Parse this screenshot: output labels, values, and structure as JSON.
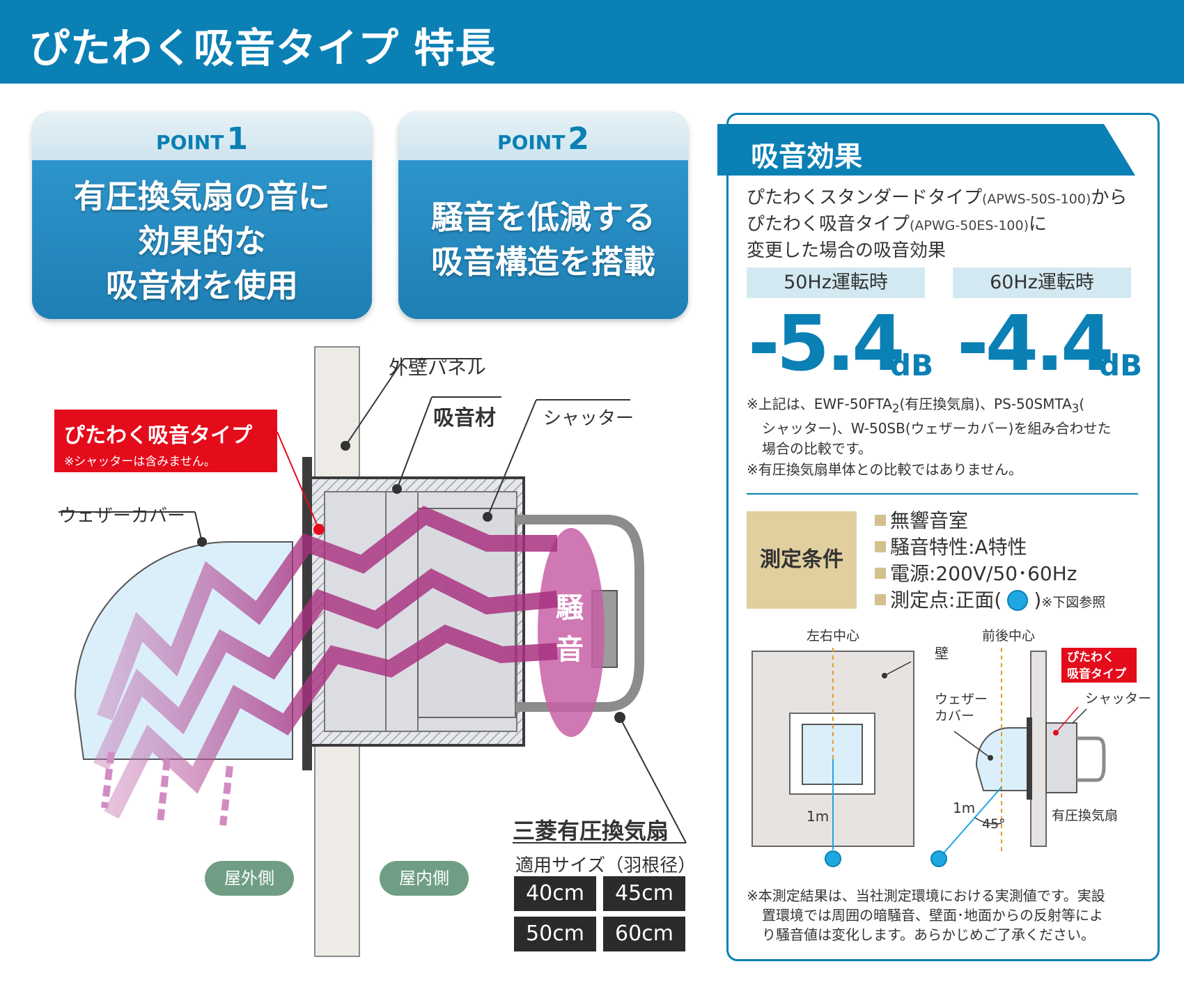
{
  "header": {
    "title": "ぴたわく吸音タイプ 特長"
  },
  "points": [
    {
      "label": "POINT",
      "number": "1",
      "lines": [
        "有圧換気扇の音に",
        "効果的な",
        "吸音材を使用"
      ]
    },
    {
      "label": "POINT",
      "number": "2",
      "lines": [
        "騒音を低減する",
        "吸音構造を搭載"
      ]
    }
  ],
  "diagram": {
    "product_tag": "ぴたわく吸音タイプ",
    "product_note": "※シャッターは含みません。",
    "labels": {
      "outer_panel": "外壁パネル",
      "absorber": "吸音材",
      "shutter": "シャッター",
      "weather_cover": "ウェザーカバー",
      "noise_1": "騒",
      "noise_2": "音",
      "outside": "屋外側",
      "inside": "屋内側"
    },
    "fan_title": "三菱有圧換気扇",
    "fan_subtitle": "適用サイズ（羽根径）",
    "sizes": [
      "40cm",
      "45cm",
      "50cm",
      "60cm"
    ]
  },
  "panel": {
    "title": "吸音効果",
    "desc": {
      "line1_main": "ぴたわくスタンダードタイプ",
      "line1_model": "(APWS-50S-100)",
      "line1_tail": "から",
      "line2_main": "ぴたわく吸音タイプ",
      "line2_model": "(APWG-50ES-100)",
      "line2_tail": "に",
      "line3": "変更した場合の吸音効果"
    },
    "results": [
      {
        "label": "50Hz運転時",
        "value": "-5.4",
        "unit": "dB"
      },
      {
        "label": "60Hz運転時",
        "value": "-4.4",
        "unit": "dB"
      }
    ],
    "note1_a": "※上記は、EWF-50FTA",
    "note1_sub1": "2",
    "note1_b": "(有圧換気扇)、PS-50SMTA",
    "note1_sub2": "3",
    "note1_c": "(",
    "note1_line2": "シャッター)、W-50SB(ウェザーカバー)を組み合わせた",
    "note1_line3": "場合の比較です。",
    "note2": "※有圧換気扇単体との比較ではありません。",
    "conditions_title": "測定条件",
    "conditions": [
      "無響音室",
      "騒音特性:A特性",
      "電源:200V/50･60Hz",
      "測定点:正面("
    ],
    "cond_tail": ")",
    "cond_note": "※下図参照",
    "fig": {
      "lr_center": "左右中心",
      "fb_center": "前後中心",
      "wall": "壁",
      "tag_line1": "ぴたわく",
      "tag_line2": "吸音タイプ",
      "weather1": "ウェザー",
      "weather2": "カバー",
      "shutter": "シャッター",
      "fan": "有圧換気扇",
      "dist1": "1m",
      "dist2": "1m",
      "angle": "45°"
    },
    "footer_note": [
      "※本測定結果は、当社測定環境における実測値です。実設",
      "置環境では周囲の暗騒音、壁面･地面からの反射等によ",
      "り騒音値は変化します。あらかじめご了承ください。"
    ]
  },
  "colors": {
    "brand": "#0a80b4",
    "accent_red": "#e40b1b",
    "noise": "#a8307f",
    "cover": "#dbeffa"
  }
}
